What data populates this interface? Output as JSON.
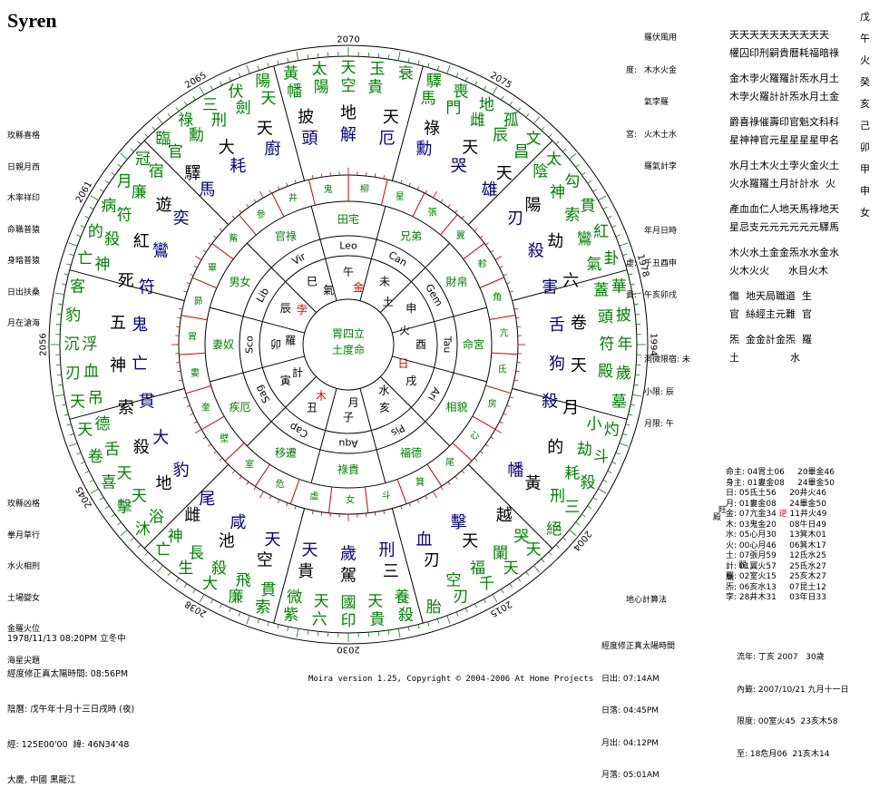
{
  "app": {
    "title": "Syren",
    "footer": "Moira version 1.25, Copyright © 2004-2006 At Home Projects"
  },
  "chart_label": "地心計算法",
  "years": [
    "2070",
    "2075",
    "1978",
    "1994",
    "2004",
    "2015",
    "2030",
    "2038",
    "2045",
    "2056",
    "2061",
    "2065"
  ],
  "colors": {
    "green": "#008000",
    "navy": "#000080",
    "red": "#d00000",
    "ring": "#000000"
  },
  "outer_palaces": [
    {
      "a": "黃幡",
      "b": "太陽",
      "c": "天空",
      "d": "玉貴",
      "e": "衰"
    },
    {
      "a": "驛馬",
      "b": "喪門",
      "c": "地雌",
      "d": "孤辰",
      "e": "文昌"
    },
    {
      "a": "太陰",
      "b": "勾神",
      "c": "貫索",
      "d": "紅鸞",
      "e": "卦氣"
    },
    {
      "a": "華蓋",
      "b": "披頭",
      "c": "年符",
      "d": "歲殿",
      "e": "墓"
    },
    {
      "a": "灼小",
      "b": "斗劫",
      "c": "殺耗",
      "d": "三刑",
      "e": "絕"
    },
    {
      "a": "天哭",
      "b": "天闌",
      "c": "千福",
      "d": "刃空",
      "e": "胎"
    },
    {
      "a": "殺養",
      "b": "貴天",
      "c": "印國",
      "d": "六天",
      "e": "紫微"
    },
    {
      "a": "索貫",
      "b": "廉飛",
      "c": "大殺",
      "d": "生長",
      "e": "亡神"
    },
    {
      "a": "沐浴",
      "b": "擊天",
      "c": "喜天",
      "d": "卷舌",
      "e": "天德"
    },
    {
      "a": "天吊",
      "b": "刃血",
      "c": "沉浮",
      "d": "豹",
      "e": "客"
    },
    {
      "a": "亡神",
      "b": "的殺",
      "c": "病符",
      "d": "月廉",
      "e": "冠宿"
    },
    {
      "a": "臨官",
      "b": "祿勳",
      "c": "三刑",
      "d": "伏劍",
      "e": "陽天"
    }
  ],
  "stars": [
    "地解",
    "天厄",
    "祿勳",
    "天哭",
    "天雄",
    "陽刃",
    "劫殺",
    "六害",
    "卷舌",
    "天狗",
    "月殺",
    "的",
    "黃幡",
    "越",
    "天擊",
    "刃血",
    "三刑",
    "駕歲",
    "貴天",
    "空天",
    "池咸",
    "雌尾",
    "地豹",
    "殺大",
    "索貫",
    "神亡",
    "五鬼",
    "死符",
    "紅鸞",
    "遊奕",
    "驛馬",
    "大耗",
    "天廚",
    "披頭"
  ],
  "constellations": [
    "柳",
    "星",
    "張",
    "翼",
    "軫",
    "角",
    "亢",
    "氐",
    "房",
    "心",
    "尾",
    "箕",
    "斗",
    "女",
    "虛",
    "危",
    "室",
    "壁",
    "奎",
    "婁",
    "胃",
    "昴",
    "畢",
    "觜",
    "參",
    "井",
    "鬼"
  ],
  "signs": [
    "Leo",
    "Can",
    "Gem",
    "Tau",
    "Ari",
    "Pis",
    "Aqu",
    "Cap",
    "Sag",
    "Sco",
    "Lib",
    "Vir"
  ],
  "houses": [
    "田宅",
    "兄弟",
    "財帛",
    "命宮",
    "相貌",
    "福德",
    "祿貴",
    "移遷",
    "疾厄",
    "妻奴",
    "男女",
    "官祿"
  ],
  "planets_inner": [
    "金",
    "土",
    "火",
    "日",
    "水",
    "月",
    "木",
    "計",
    "羅",
    "孛",
    "氣"
  ],
  "center": {
    "title": "胃四立",
    "sub": "土度命"
  },
  "branches": [
    "午",
    "未",
    "申",
    "酉",
    "戌",
    "亥",
    "子",
    "丑",
    "寅",
    "卯",
    "辰",
    "巳"
  ],
  "left_top": [
    "玫縣喜格",
    "日親月西",
    "木率祥印",
    "命職普猿",
    "身暗普猿",
    "日出扶桑",
    "月在滄海"
  ],
  "left_mid": [
    "玫縣凶格",
    "拳月草行",
    "水火相刑",
    "土場變女",
    "金羅火位",
    "海星尖題"
  ],
  "birth": [
    "1978/11/13 08:20PM 立冬中",
    "經度修正真太陽時間: 08:56PM",
    "陰曆: 戊午年十月十三日戌時 (夜)",
    "經: 125E00'00  緯: 46N34'48",
    "大慶, 中國 黑龍江"
  ],
  "top_info": [
    {
      "k": "",
      "v": "羅伏風用"
    },
    {
      "k": "度:",
      "v": "木水火金"
    },
    {
      "k": "",
      "v": "氣孛羅"
    },
    {
      "k": "宮:",
      "v": "火木土水"
    },
    {
      "k": "",
      "v": "羅氣計孛"
    },
    {
      "k": "",
      "v": ""
    },
    {
      "k": "",
      "v": "年月日時"
    },
    {
      "k": "虛:",
      "v": "千丑酉申"
    },
    {
      "k": "貴:",
      "v": "午亥卯戌"
    },
    {
      "k": "",
      "v": ""
    },
    {
      "k": "",
      "v": "洞微限宿: 未"
    },
    {
      "k": "",
      "v": "小限: 辰"
    },
    {
      "k": "",
      "v": "月限: 午"
    }
  ],
  "right_rows": [
    "天天天天天天天天天天",
    "權囚印刑嗣貴曆耗福暗祿",
    "金木孛火羅羅計炁水月土",
    "木孛火羅計計炁水月土金",
    "爵喜祿催壽印官魁文科科",
    "星神神官元星星星星甲名",
    "水月土木火土孛火金火土",
    "火水羅羅土月計計水  火",
    "產血血仁人地天馬祿地天",
    "星忌支元元元元元元驛馬",
    "木火水土金金炁水水金水",
    "火木火火      水目火木",
    "傷  地天局職道  生",
    "官  絲經主元難  官",
    "炁  金金計金炁  羅",
    "土                水"
  ],
  "right_vert": [
    "戊",
    "午",
    "火",
    "癸",
    "亥",
    "己",
    "卯",
    "甲",
    "申",
    "女"
  ],
  "planets_table": [
    "命主: 04胃土06     20畢金46",
    "身主: 01婁金08     24畢金50",
    "日: 05氐土56     20井火46",
    "月: 01婁金08     24畢金50",
    "金: 07亢金34 逆 11井火49",
    "木: 03鬼金20     08牛日49",
    "水: 05心月30     13箕木01",
    "火: 00心月46     06箕木17",
    "土: 07張月59     12氐水25",
    "計: 01翼火57     25氐水27",
    "羅: 02室火15     25亥木27",
    "炁: 06亥水13     07昆土12",
    "孛: 28井木31     03年日33"
  ],
  "age_info": [
    "流年: 丁亥 2007   30歲",
    "內籤: 2007/10/21 九月十一日",
    "限度: 00室火45  23亥木58",
    "至: 18危月06  21亥木14"
  ],
  "sun_times": {
    "title": "經度修正真太陽時間",
    "rows": [
      "日出: 07:14AM",
      "日落: 04:45PM",
      "月出: 04:12PM",
      "月落: 05:01AM"
    ]
  },
  "side_labels": [
    "旺",
    "弱",
    "殿",
    "廟"
  ]
}
